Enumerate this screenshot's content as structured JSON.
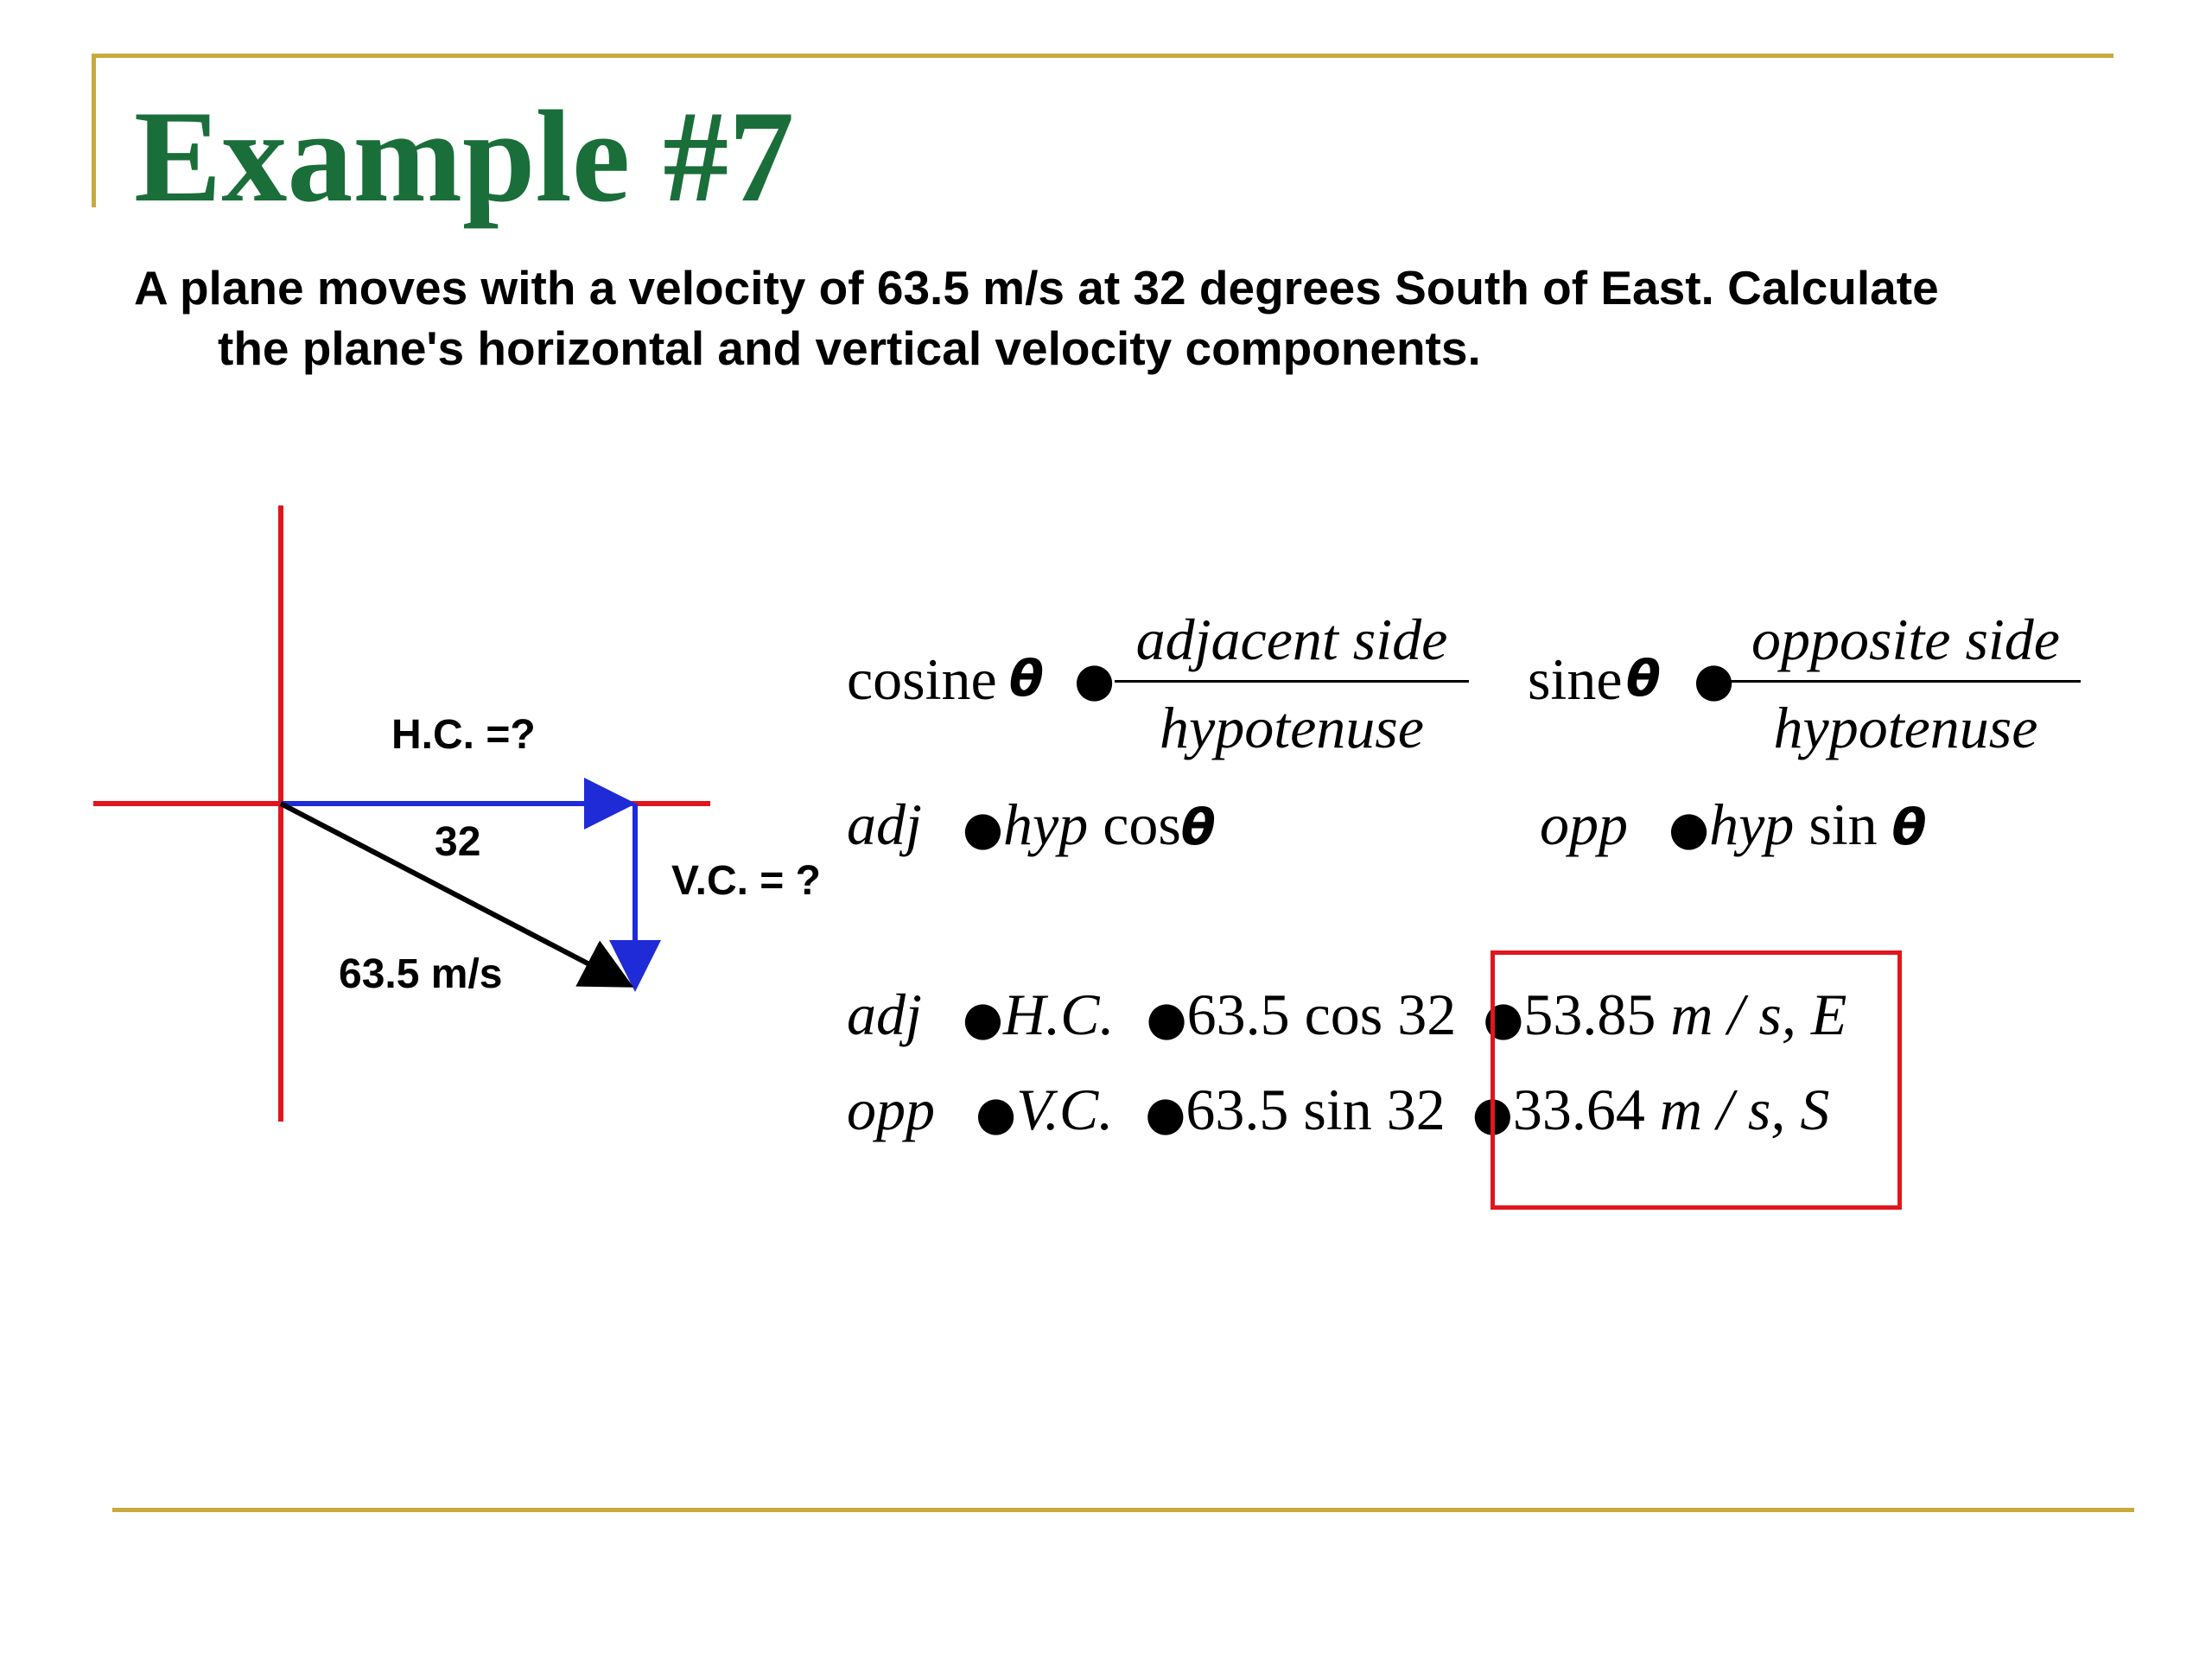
{
  "slide": {
    "title": "Example #7",
    "problem_line1": "A plane moves with a velocity of 63.5 m/s at 32 degrees South of East. Calculate",
    "problem_line2": "the plane's horizontal and vertical velocity components."
  },
  "diagram": {
    "hc_label": "H.C. =?",
    "angle_label": "32",
    "vc_label": "V.C. = ?",
    "hyp_label": "63.5 m/s"
  },
  "formulas": {
    "cosine": {
      "lhs": "cosine",
      "numerator": "adjacent side",
      "denominator": "hypotenuse"
    },
    "sine": {
      "lhs": "sine",
      "numerator": "opposite side",
      "denominator": "hypotenuse"
    },
    "adj_row": {
      "lhs": "adj",
      "rhs_var": "hyp",
      "fn": "cos"
    },
    "opp_row": {
      "lhs": "opp",
      "rhs_var": "hyp",
      "fn": "sin"
    },
    "theta_glyph": "θ",
    "equals_glyph": "●"
  },
  "solution": {
    "hc": {
      "lhs": "adj",
      "var": "H.C.",
      "expr": "63.5 cos 32",
      "result": "53.85",
      "unit": "m / s, E"
    },
    "vc": {
      "lhs": "opp",
      "var": "V.C.",
      "expr": "63.5 sin 32",
      "result": "33.64",
      "unit": "m / s, S"
    }
  },
  "colors": {
    "title": "#1a6e3a",
    "rule": "#c8a93c",
    "axes": "#e0161d",
    "component": "#1f2bd6",
    "resultant": "#000000",
    "answer_box": "#e0161d"
  }
}
